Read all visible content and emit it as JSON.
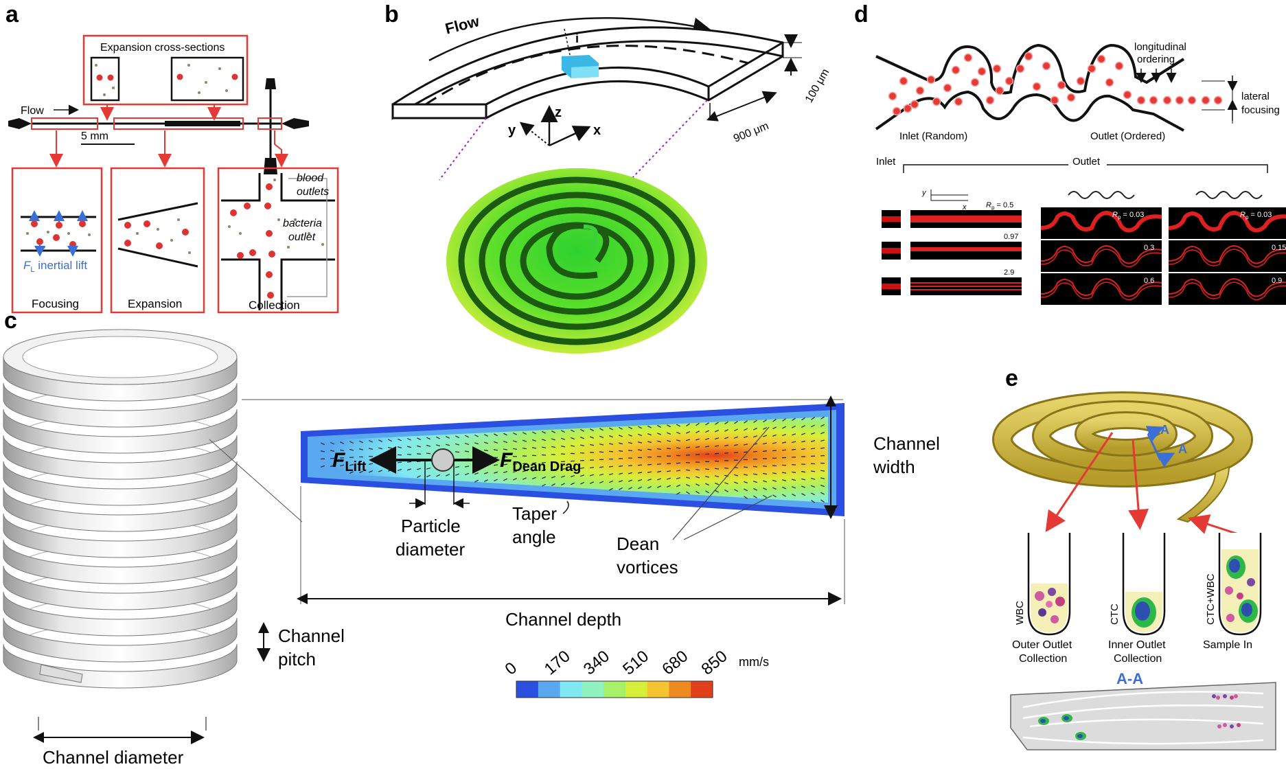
{
  "panels": {
    "a": {
      "letter": "a",
      "cross_sections_title": "Expansion cross-sections",
      "flow": "Flow",
      "scale": "5 mm",
      "inertial_lift": "inertial lift",
      "fl_symbol": "F",
      "fl_sub": "L",
      "focusing": "Focusing",
      "expansion": "Expansion",
      "collection": "Collection",
      "blood_outlets_1": "blood",
      "blood_outlets_2": "outlets",
      "bacteria_outlet_1": "bacteria",
      "bacteria_outlet_2": "outlet"
    },
    "b": {
      "letter": "b",
      "flow": "Flow",
      "i": "i",
      "z": "z",
      "y": "y",
      "x": "x",
      "dim_100": "100 μm",
      "dim_900": "900 μm"
    },
    "c": {
      "letter": "c",
      "f_lift": "F",
      "f_lift_sub": "Lift",
      "f_dean": "F",
      "f_dean_sub": "Dean Drag",
      "channel_width_1": "Channel",
      "channel_width_2": "width",
      "particle_diameter_1": "Particle",
      "particle_diameter_2": "diameter",
      "taper_angle_1": "Taper",
      "taper_angle_2": "angle",
      "dean_vortices_1": "Dean",
      "dean_vortices_2": "vortices",
      "channel_depth": "Channel depth",
      "channel_pitch_1": "Channel",
      "channel_pitch_2": "pitch",
      "channel_diameter": "Channel diameter",
      "colorbar_ticks": [
        "0",
        "170",
        "340",
        "510",
        "680",
        "850"
      ],
      "colorbar_unit": "mm/s",
      "colorbar_colors": [
        "#2b4fe0",
        "#5aa9f0",
        "#7fe8f2",
        "#8ff0c0",
        "#a6f06a",
        "#d8ef3a",
        "#f5c430",
        "#ef8a20",
        "#e2401a"
      ]
    },
    "d": {
      "letter": "d",
      "longitudinal_1": "longitudinal",
      "longitudinal_2": "ordering",
      "lateral_1": "lateral",
      "lateral_2": "focusing",
      "inlet_random": "Inlet (Random)",
      "outlet_ordered": "Outlet (Ordered)",
      "inlet": "Inlet",
      "outlet": "Outlet",
      "axis_y": "y",
      "axis_x": "x",
      "rp_symbol": "R",
      "rp_sub": "p",
      "straight_rp": [
        "= 0.5",
        "0.97",
        "2.9"
      ],
      "wave1_rp": [
        "= 0.03",
        "0.3",
        "0.6"
      ],
      "wave2_rp": [
        "= 0.03",
        "0.15",
        "0.9"
      ]
    },
    "e": {
      "letter": "e",
      "section_a1": "A",
      "section_a2": "A",
      "wbc": "WBC",
      "ctc": "CTC",
      "ctc_wbc": "CTC+WBC",
      "outer_outlet_1": "Outer Outlet",
      "outer_outlet_2": "Collection",
      "inner_outlet_1": "Inner Outlet",
      "inner_outlet_2": "Collection",
      "sample_in": "Sample In",
      "section_label": "A-A"
    }
  }
}
